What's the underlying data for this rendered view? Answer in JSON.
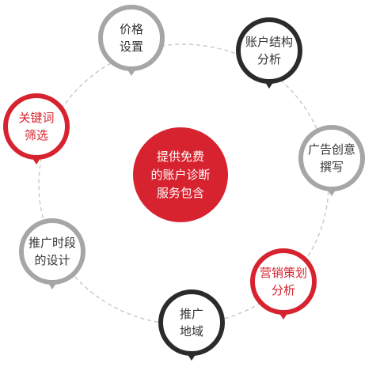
{
  "center": {
    "text": "提供免费\n的账户诊断\n服务包含"
  },
  "nodes": [
    {
      "id": "price",
      "label": "价格\n设置"
    },
    {
      "id": "account",
      "label": "账户结构\n分析"
    },
    {
      "id": "keyword",
      "label": "关键词\n筛选"
    },
    {
      "id": "ad",
      "label": "广告创意\n撰写"
    },
    {
      "id": "promo-time",
      "label": "推广时段\n的设计"
    },
    {
      "id": "marketing",
      "label": "营销策划\n分析"
    },
    {
      "id": "region",
      "label": "推广\n地域"
    }
  ],
  "colors": {
    "red": "#d7232f",
    "gray": "#a6a6a6",
    "dark": "#2b2b2b"
  }
}
